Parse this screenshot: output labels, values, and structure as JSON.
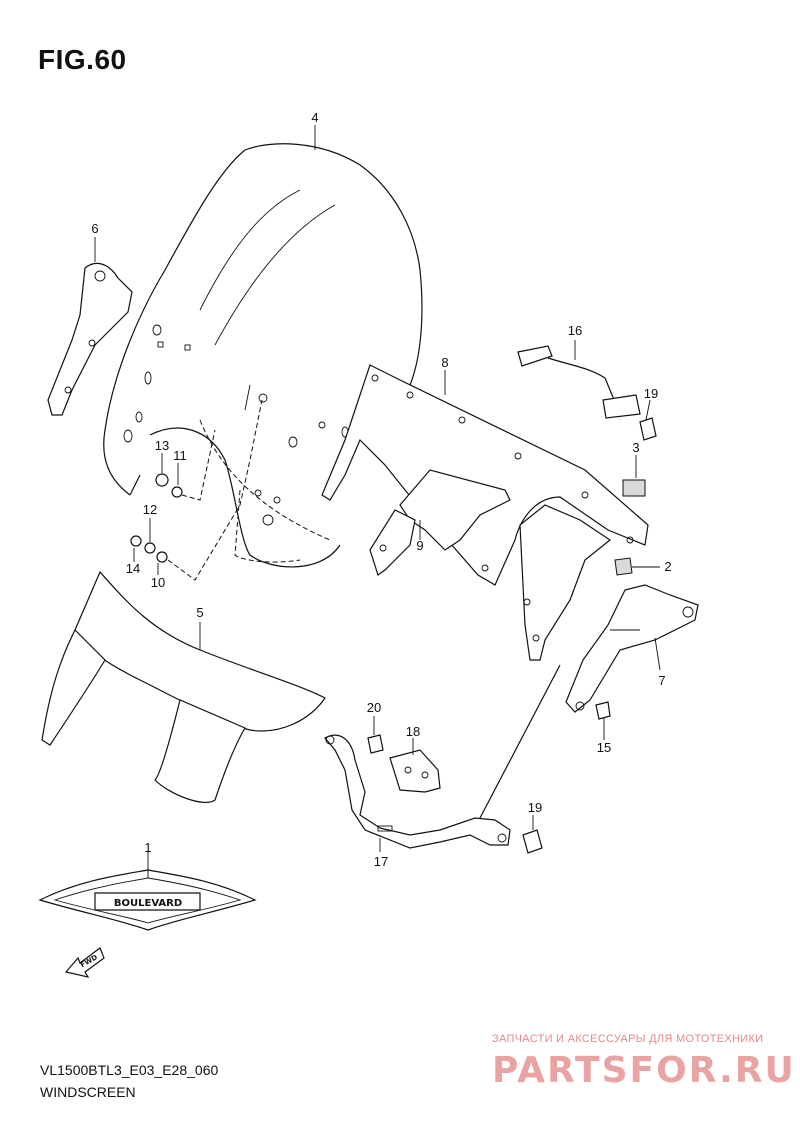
{
  "figure_title": "FIG.60",
  "footer": {
    "model_code": "VL1500BTL3_E03_E28_060",
    "section_name": "WINDSCREEN"
  },
  "watermark": {
    "tagline": "ЗАПЧАСТИ И АКСЕССУАРЫ ДЛЯ МОТОТЕХНИКИ",
    "logo_text": "PARTSFOR.RU"
  },
  "emblem_text": "BOULEVARD",
  "fwd_label": "FWD",
  "callouts": {
    "c1": "1",
    "c2": "2",
    "c3": "3",
    "c4": "4",
    "c5": "5",
    "c6": "6",
    "c7": "7",
    "c8": "8",
    "c9": "9",
    "c10": "10",
    "c11": "11",
    "c12": "12",
    "c13": "13",
    "c14": "14",
    "c15": "15",
    "c16": "16",
    "c17": "17",
    "c18": "18",
    "c19a": "19",
    "c19b": "19",
    "c20": "20"
  },
  "colors": {
    "line": "#111111",
    "watermark": "#e38a8a"
  }
}
